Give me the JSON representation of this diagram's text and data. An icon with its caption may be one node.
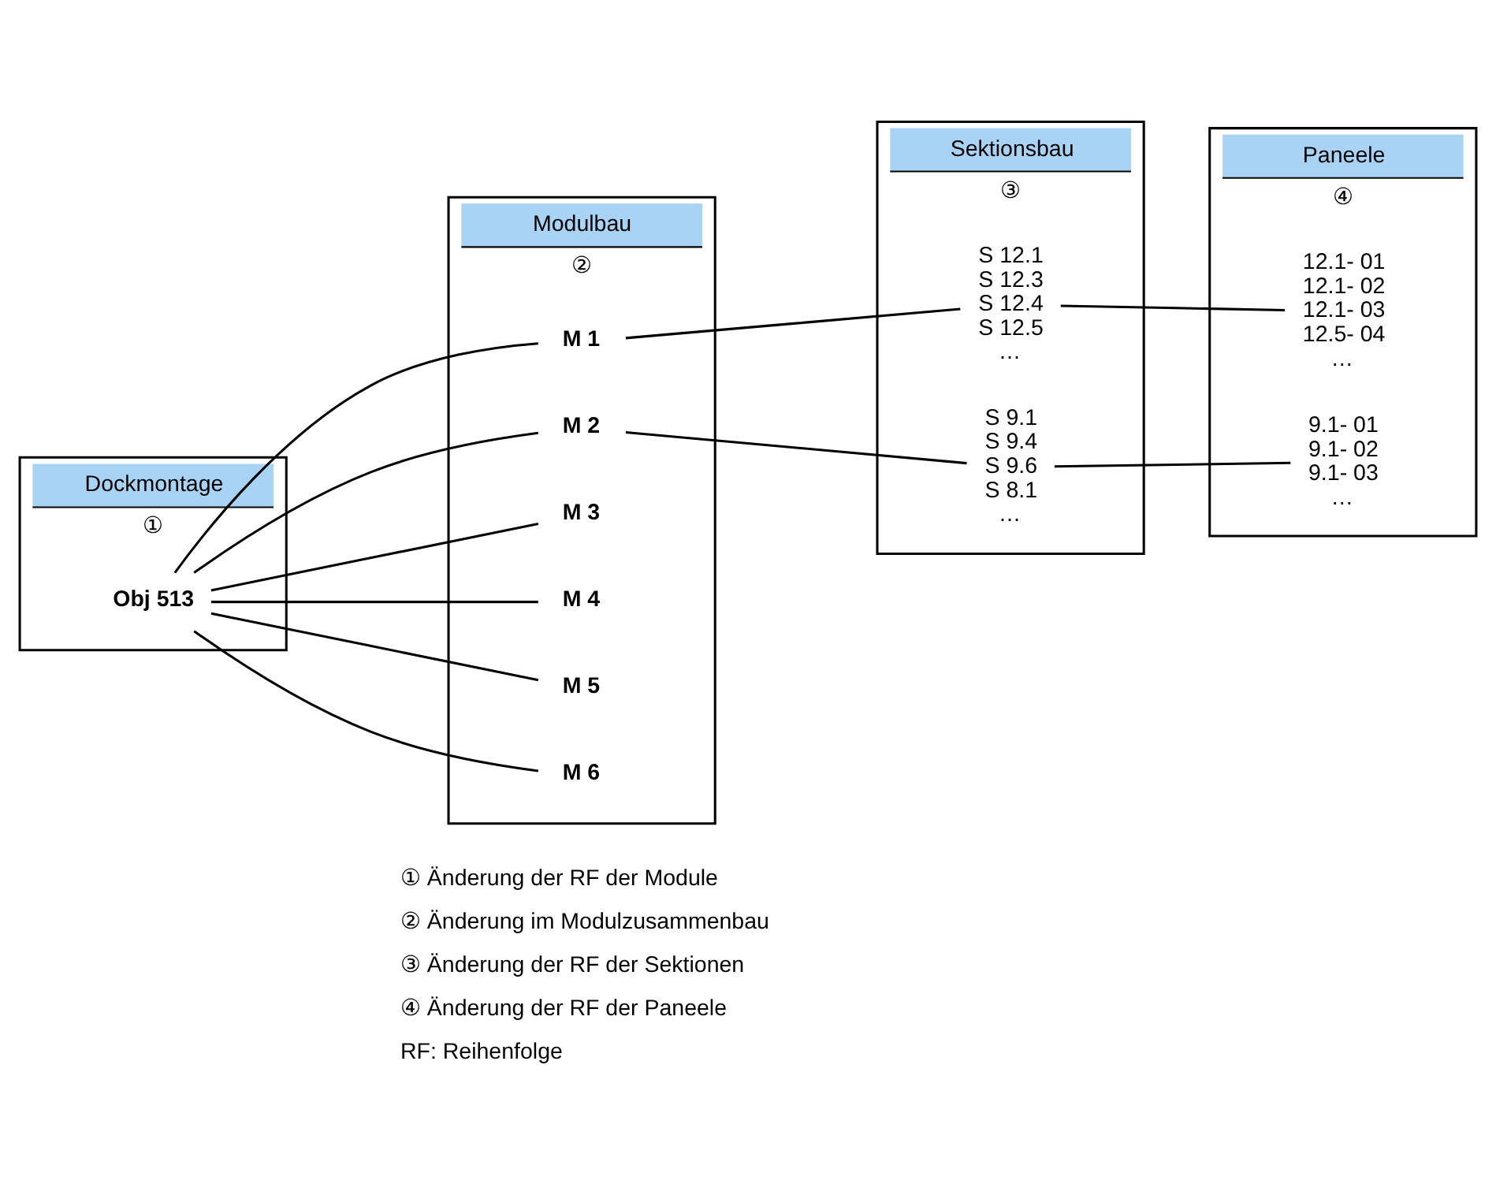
{
  "diagram": {
    "nodes": [
      {
        "text": [
          "Dockmontage",
          "①"
        ]
      },
      {
        "text": [
          "Modulbau",
          "②"
        ]
      },
      {
        "text": [
          "Sektionsbau",
          "③"
        ]
      },
      {
        "text": [
          "Paneele",
          "④"
        ]
      },
      {
        "text": [
          "Obj 513"
        ],
        "in": 0
      },
      {
        "text": [
          "M 1"
        ],
        "in": 1
      },
      {
        "text": [
          "S 12.1",
          "S 12.3",
          "S 12.4",
          "S 12.5",
          "…"
        ],
        "in": 2
      },
      {
        "text": [
          "12.1- 01",
          "12.1- 02",
          "12.1- 03",
          "12.5- 04",
          "…"
        ],
        "in": 3
      },
      {
        "text": [
          "M 2"
        ],
        "in": 1
      },
      {
        "text": [
          "S 9.1",
          "S 9.4",
          "S 9.6",
          "S 8.1",
          "…"
        ],
        "in": 2
      },
      {
        "text": [
          "9.1- 01",
          "9.1- 02",
          "9.1- 03",
          "…"
        ],
        "in": 3
      },
      {
        "text": [
          "M 3"
        ],
        "in": 1
      },
      {
        "text": [
          "M 4"
        ],
        "in": 1
      },
      {
        "text": [
          "M 5"
        ],
        "in": 1
      },
      {
        "text": [
          "M 6"
        ],
        "in": 1
      }
    ],
    "edges": [
      {
        "from": 4,
        "to": 5,
        "arrow": "none"
      },
      {
        "from": 4,
        "to": 8,
        "arrow": "none"
      },
      {
        "from": 4,
        "to": 11,
        "arrow": "none"
      },
      {
        "from": 4,
        "to": 12,
        "arrow": "none"
      },
      {
        "from": 4,
        "to": 13,
        "arrow": "none"
      },
      {
        "from": 4,
        "to": 14,
        "arrow": "none"
      },
      {
        "from": 5,
        "to": 6,
        "arrow": "none"
      },
      {
        "from": 6,
        "to": 7,
        "arrow": "none"
      },
      {
        "from": 8,
        "to": 9,
        "arrow": "none"
      },
      {
        "from": 9,
        "to": 10,
        "arrow": "none"
      }
    ],
    "labels": [
      "① Änderung der RF der Module",
      "② Änderung im Modulzusammenbau",
      "③ Änderung der RF der Sektionen",
      "④ Änderung der RF der Paneele",
      "RF: Reihenfolge"
    ]
  }
}
